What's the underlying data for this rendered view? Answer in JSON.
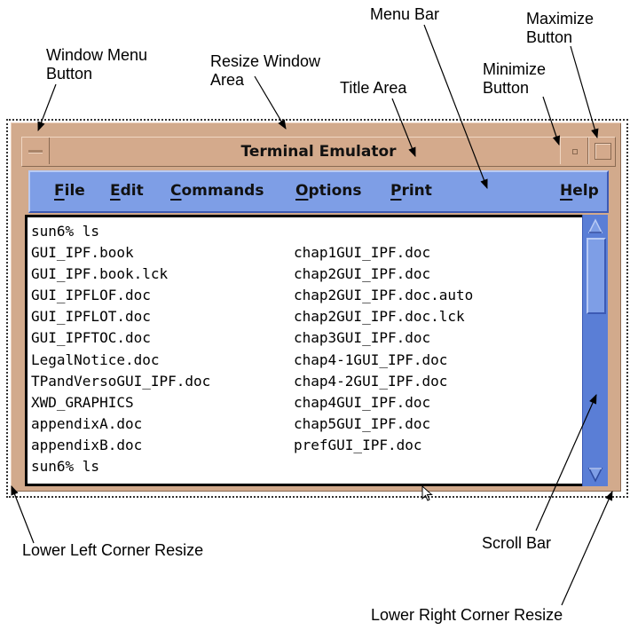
{
  "callouts": {
    "window_menu_button": "Window Menu\nButton",
    "resize_window_area": "Resize Window\nArea",
    "title_area": "Title Area",
    "menu_bar": "Menu Bar",
    "minimize_button": "Minimize\nButton",
    "maximize_button": "Maximize\nButton",
    "lower_left_corner_resize": "Lower Left Corner Resize",
    "scroll_bar": "Scroll Bar",
    "lower_right_corner_resize": "Lower Right Corner Resize"
  },
  "window": {
    "title": "Terminal Emulator",
    "colors": {
      "frame": "#d2aa8c",
      "menubar": "#7e9ee6",
      "scrollbar": "#5a7ed6"
    }
  },
  "menu": [
    {
      "mnemonic": "F",
      "rest": "ile"
    },
    {
      "mnemonic": "E",
      "rest": "dit"
    },
    {
      "mnemonic": "C",
      "rest": "ommands"
    },
    {
      "mnemonic": "O",
      "rest": "ptions"
    },
    {
      "mnemonic": "P",
      "rest": "rint"
    },
    {
      "mnemonic": "H",
      "rest": "elp"
    }
  ],
  "terminal": {
    "lines": [
      {
        "c1": "sun6% ls",
        "c2": ""
      },
      {
        "c1": "GUI_IPF.book",
        "c2": "chap1GUI_IPF.doc"
      },
      {
        "c1": "GUI_IPF.book.lck",
        "c2": "chap2GUI_IPF.doc"
      },
      {
        "c1": "GUI_IPFLOF.doc",
        "c2": "chap2GUI_IPF.doc.auto"
      },
      {
        "c1": "GUI_IPFLOT.doc",
        "c2": "chap2GUI_IPF.doc.lck"
      },
      {
        "c1": "GUI_IPFTOC.doc",
        "c2": "chap3GUI_IPF.doc"
      },
      {
        "c1": "LegalNotice.doc",
        "c2": "chap4-1GUI_IPF.doc"
      },
      {
        "c1": "TPandVersoGUI_IPF.doc",
        "c2": "chap4-2GUI_IPF.doc"
      },
      {
        "c1": "XWD_GRAPHICS",
        "c2": "chap4GUI_IPF.doc"
      },
      {
        "c1": "appendixA.doc",
        "c2": "chap5GUI_IPF.doc"
      },
      {
        "c1": "appendixB.doc",
        "c2": "prefGUI_IPF.doc"
      },
      {
        "c1": "sun6% ls",
        "c2": ""
      }
    ]
  },
  "icons": {
    "scroll_up": "up-triangle-arrow",
    "scroll_down": "down-triangle-arrow",
    "cursor": "mouse-pointer"
  }
}
